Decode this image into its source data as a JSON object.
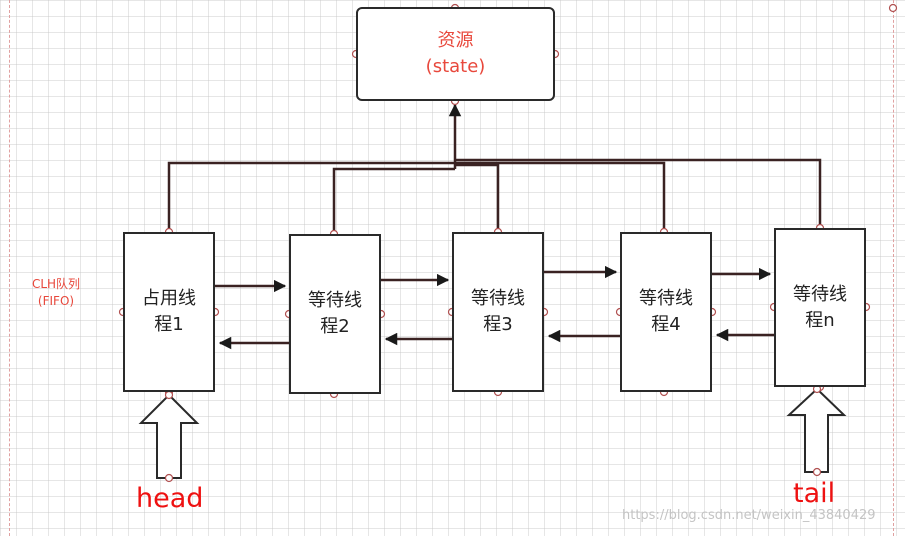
{
  "resource": {
    "line1": "资源",
    "line2": "(state)"
  },
  "queue_label": "CLH队列\n(FIFO)",
  "threads": [
    {
      "label": "占用线\n程1"
    },
    {
      "label": "等待线\n程2"
    },
    {
      "label": "等待线\n程3"
    },
    {
      "label": "等待线\n程4"
    },
    {
      "label": "等待线\n程n"
    }
  ],
  "pointers": {
    "head": "head",
    "tail": "tail"
  },
  "watermark": "https://blog.csdn.net/weixin_43840429",
  "colors": {
    "label_red": "#e8483c",
    "pointer_red": "#ee1111",
    "line": "#3a2222",
    "box_border": "#2a2a2a"
  }
}
